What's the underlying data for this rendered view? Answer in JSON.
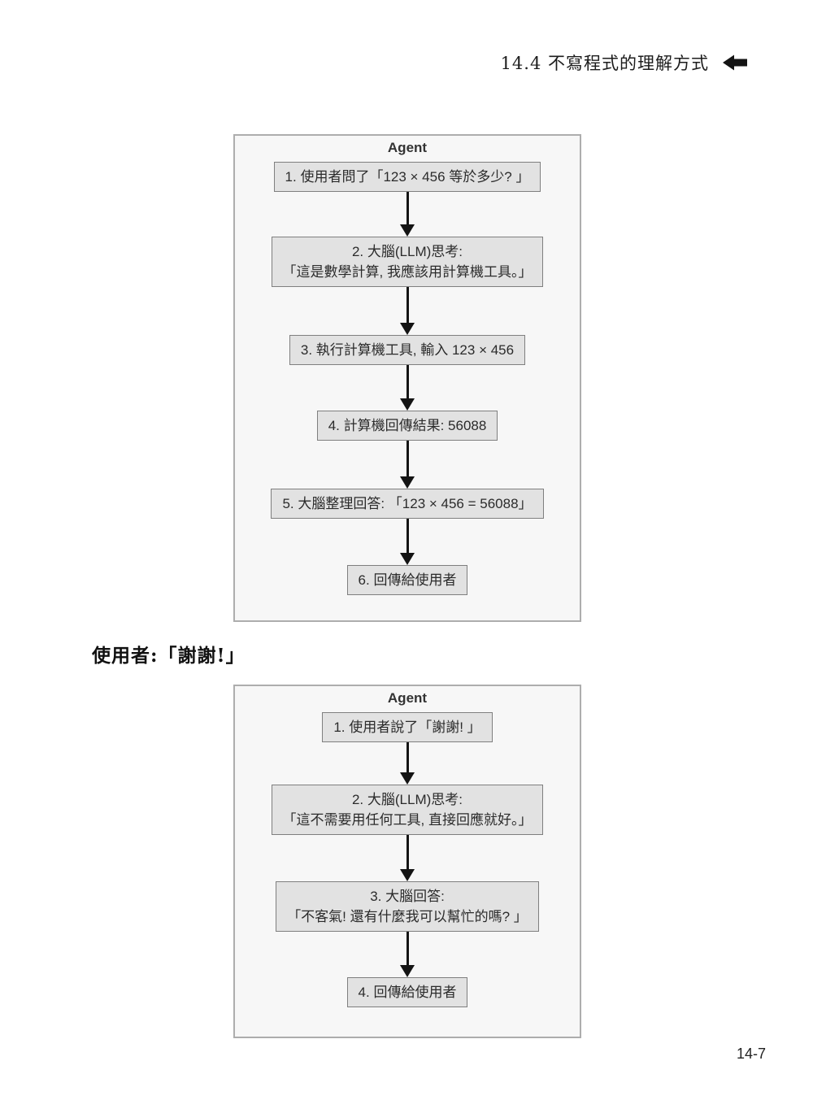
{
  "header": {
    "title": "14.4 不寫程式的理解方式",
    "arrow_icon": "solid-left-arrow"
  },
  "note_text": "使用者:「謝謝!」",
  "page_number": "14-7",
  "colors": {
    "panel_fill": "#f7f7f7",
    "panel_border": "#adadad",
    "node_fill": "#e2e2e2",
    "node_border": "#7f7f7f",
    "arrow": "#141414",
    "text": "#2b2b2b"
  },
  "diagrams": [
    {
      "title": "Agent",
      "steps": [
        [
          "1. 使用者問了「123 × 456 等於多少? 」"
        ],
        [
          "2. 大腦(LLM)思考:",
          "「這是數學計算, 我應該用計算機工具。」"
        ],
        [
          "3. 執行計算機工具, 輸入 123 × 456"
        ],
        [
          "4. 計算機回傳結果: 56088"
        ],
        [
          "5. 大腦整理回答: 「123 × 456 = 56088」"
        ],
        [
          "6. 回傳給使用者"
        ]
      ]
    },
    {
      "title": "Agent",
      "steps": [
        [
          "1. 使用者說了「謝謝! 」"
        ],
        [
          "2. 大腦(LLM)思考:",
          "「這不需要用任何工具, 直接回應就好。」"
        ],
        [
          "3. 大腦回答:",
          "「不客氣! 還有什麼我可以幫忙的嗎? 」"
        ],
        [
          "4. 回傳給使用者"
        ]
      ]
    }
  ]
}
